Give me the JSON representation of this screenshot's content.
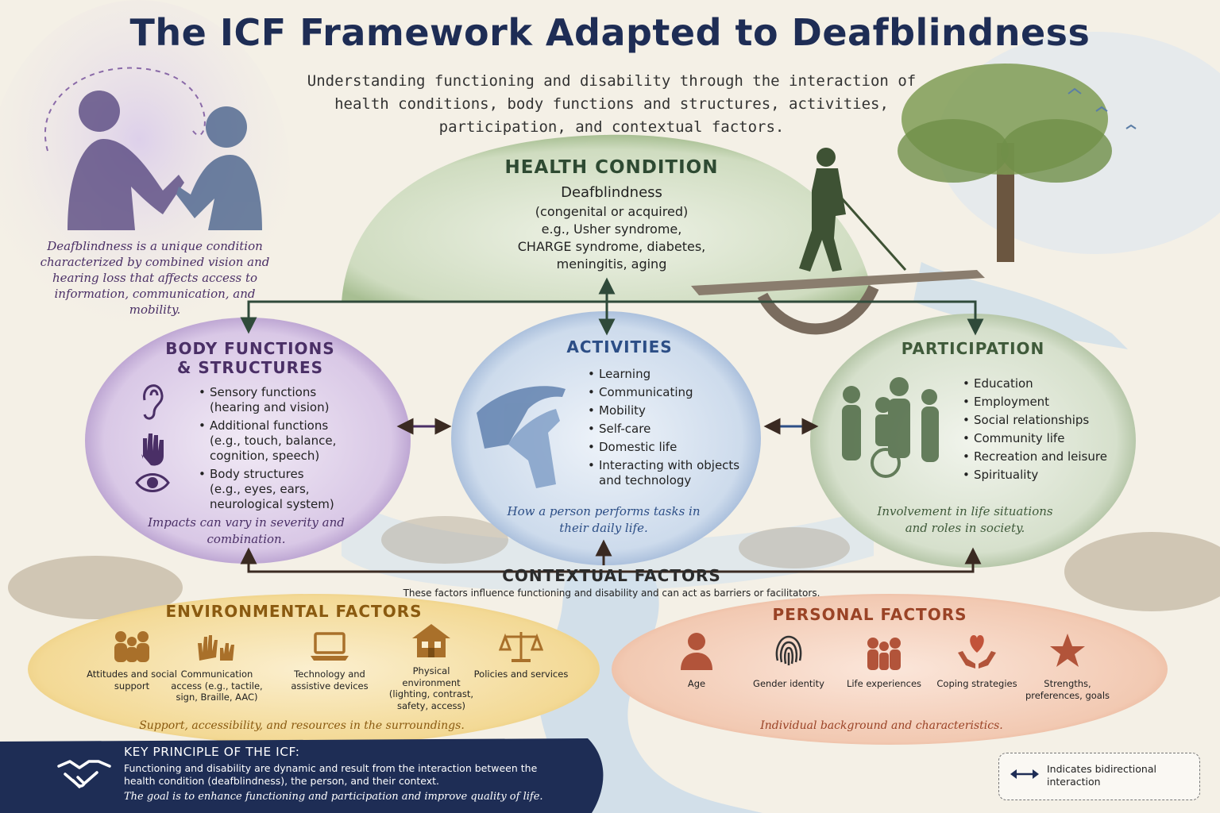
{
  "title": "The ICF Framework Adapted to Deafblindness",
  "subtitle": "Understanding functioning and disability through the interaction of health conditions, body functions and structures, activities, participation, and contextual factors.",
  "intro": "Deafblindness is a unique condition characterized by combined vision and hearing loss that affects access to information, communication, and mobility.",
  "health_condition": {
    "title": "HEALTH CONDITION",
    "main": "Deafblindness",
    "detail": "(congenital or acquired)\ne.g., Usher syndrome,\nCHARGE syndrome, diabetes,\nmeningitis, aging"
  },
  "body": {
    "title_line1": "BODY FUNCTIONS",
    "title_line2": "& STRUCTURES",
    "items": [
      {
        "main": "Sensory functions",
        "sub": "(hearing and vision)"
      },
      {
        "main": "Additional functions",
        "sub": "(e.g., touch, balance, cognition, speech)"
      },
      {
        "main": "Body structures",
        "sub": "(e.g., eyes, ears, neurological system)"
      }
    ],
    "note": "Impacts can vary in severity and combination.",
    "icons": [
      "ear-icon",
      "hand-icon",
      "eye-icon"
    ]
  },
  "activities": {
    "title": "ACTIVITIES",
    "items": [
      "Learning",
      "Communicating",
      "Mobility",
      "Self-care",
      "Domestic life",
      "Interacting with objects and technology"
    ],
    "note": "How a person performs tasks in their daily life."
  },
  "participation": {
    "title": "PARTICIPATION",
    "items": [
      "Education",
      "Employment",
      "Social relationships",
      "Community life",
      "Recreation and leisure",
      "Spirituality"
    ],
    "note": "Involvement in life situations and roles in society."
  },
  "contextual": {
    "title": "CONTEXTUAL FACTORS",
    "desc": "These factors influence functioning and disability and can act as barriers or facilitators."
  },
  "environmental": {
    "title": "ENVIRONMENTAL FACTORS",
    "items": [
      {
        "label": "Attitudes and social support",
        "icon": "people-group-icon"
      },
      {
        "label": "Communication access (e.g., tactile, sign, Braille, AAC)",
        "icon": "signing-hands-icon"
      },
      {
        "label": "Technology and assistive devices",
        "icon": "laptop-icon"
      },
      {
        "label": "Physical environment (lighting, contrast, safety, access)",
        "icon": "house-icon"
      },
      {
        "label": "Policies and services",
        "icon": "scales-icon"
      }
    ],
    "note": "Support, accessibility, and resources in the surroundings."
  },
  "personal": {
    "title": "PERSONAL FACTORS",
    "items": [
      {
        "label": "Age",
        "icon": "person-icon"
      },
      {
        "label": "Gender identity",
        "icon": "fingerprint-icon"
      },
      {
        "label": "Life experiences",
        "icon": "family-icon"
      },
      {
        "label": "Coping strategies",
        "icon": "heart-hands-icon"
      },
      {
        "label": "Strengths, preferences, goals",
        "icon": "star-icon"
      }
    ],
    "note": "Individual background and characteristics."
  },
  "key_principle": {
    "title": "KEY PRINCIPLE OF THE ICF:",
    "text": "Functioning and disability are dynamic and result from the interaction between the health condition (deafblindness), the person, and their context.",
    "goal": "The goal is to enhance functioning and participation and improve quality of life."
  },
  "legend": {
    "text": "Indicates bidirectional interaction"
  },
  "colors": {
    "title": "#1e2d55",
    "body": "#4a2f66",
    "activities": "#2c4e86",
    "participation": "#3f5a3a",
    "environmental": "#8a5a10",
    "personal": "#9a4326",
    "key_bg": "#1e2d55"
  }
}
